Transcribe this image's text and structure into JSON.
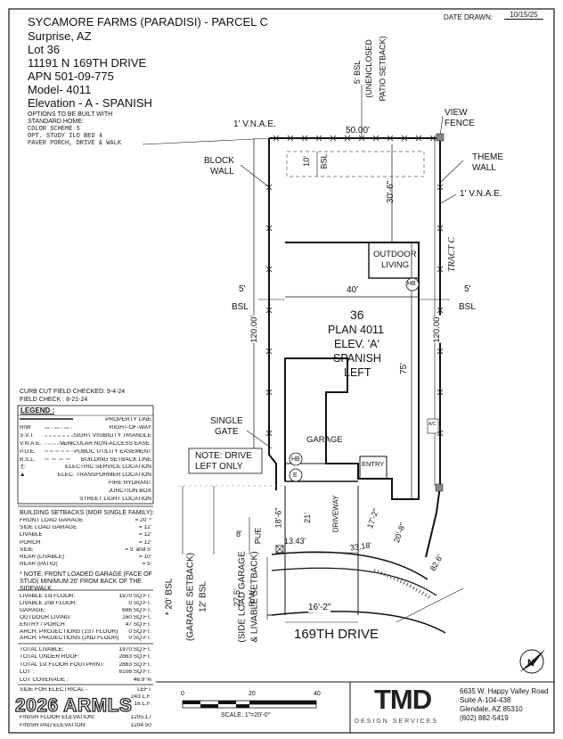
{
  "header": {
    "date_label": "DATE DRAWN:",
    "date_value": "10/15/25",
    "title": "SYCAMORE FARMS (PARADISI) - PARCEL C",
    "city": "Surprise, AZ",
    "lot": "Lot 36",
    "address": "11191 N 169TH DRIVE",
    "apn": "APN 501-09-775",
    "model": "Model- 4011",
    "elevation": "Elevation - A - SPANISH",
    "options_title_1": "OPTIONS TO BE BUILT WITH",
    "options_title_2": "STANDARD HOME:",
    "options": [
      "COLOR SCHEME 5",
      "OPT. STUDY ILO BED 4",
      "PAVER PORCH, DRIVE & WALK"
    ]
  },
  "site": {
    "rear_bsl": "5' BSL",
    "rear_bsl_note_1": "(UNENCLOSED",
    "rear_bsl_note_2": "PATIO SETBACK)",
    "vnae_left": "1' V.N.A.E.",
    "vnae_right": "1' V.N.A.E.",
    "rear_width": "50.00'",
    "view_fence_1": "VIEW",
    "view_fence_2": "FENCE",
    "block_wall_1": "BLOCK",
    "block_wall_2": "WALL",
    "theme_wall_1": "THEME",
    "theme_wall_2": "WALL",
    "rear_setback": "10'",
    "rear_setback_label": "BSL",
    "rear_yard_dim": "30'-6\"",
    "tract": "TRACT C",
    "outdoor_living_1": "OUTDOOR",
    "outdoor_living_2": "LIVING",
    "hb": "HB",
    "house_width": "40'",
    "side_left": "5'",
    "side_left_label": "BSL",
    "side_right": "5'",
    "side_right_label": "BSL",
    "lot_depth_left": "120.00'",
    "lot_depth_right": "120.00'",
    "lot_number": "36",
    "plan_name": "PLAN 4011",
    "plan_elev": "ELEV. 'A'",
    "plan_style": "SPANISH",
    "plan_hand": "LEFT",
    "house_depth": "75'",
    "garage": "GARAGE",
    "entry": "ENTRY",
    "single_gate_1": "SINGLE",
    "single_gate_2": "GATE",
    "note_1": "NOTE: DRIVE",
    "note_2": "LEFT ONLY",
    "hb2": "HB",
    "e": "E",
    "ac": "A/C",
    "drive_dim_1": "18'-6\"",
    "drive_dim_2": "21'",
    "driveway": "DRIVEWAY",
    "pue_dim": "8'",
    "pue_label": "PUE",
    "sight_dim": "13.43'",
    "arc_dim": "33.18'",
    "front_dim_1": "17'-2\"",
    "front_dim_2": "20'-8\"",
    "front_right": "82.6'",
    "rw_dim": "27.5'",
    "rw_label": "R/W",
    "drive_width": "16'-2\"",
    "street": "169TH DRIVE",
    "bsl_garage_1": "* 20' BSL",
    "bsl_garage_2": "(GARAGE SETBACK)",
    "bsl_side_1": "12' BSL",
    "bsl_side_2": "(SIDE LOAD GARAGE",
    "bsl_side_3": "& LIVABLE SETBACK)"
  },
  "checks": {
    "curb_cut": "CURB CUT FIELD CHECKED: 9-4-24",
    "field_check": "FIELD CHECK : 8-21-24"
  },
  "legend": {
    "title": "LEGEND :",
    "items": [
      {
        "abbr": "",
        "desc": "PROPERTY LINE"
      },
      {
        "abbr": "R/W",
        "desc": "RIGHT-OF-WAY"
      },
      {
        "abbr": "S.V.T.",
        "desc": "SIGHT VISIBILITY TRIANGLE"
      },
      {
        "abbr": "V.N.A.E.",
        "desc": "VEHICULAR NON-ACCESS EASE."
      },
      {
        "abbr": "P.U.E.",
        "desc": "PUBLIC UTILITY EASEMENT"
      },
      {
        "abbr": "B.S.L.",
        "desc": "BUILDING SETBACK LINE"
      },
      {
        "abbr": "Ⓔ",
        "desc": "ELECTRIC SERVICE LOCATION"
      },
      {
        "abbr": "▲",
        "desc": "ELEC. TRANSFORMER LOCATION"
      },
      {
        "abbr": "",
        "desc": "FIRE HYDRANT"
      },
      {
        "abbr": "",
        "desc": "JUNCTION BOX"
      },
      {
        "abbr": "",
        "desc": "STREET LIGHT LOCATION"
      }
    ]
  },
  "setbacks": {
    "title": "BUILDING SETBACKS (MDR SINGLE FAMILY):",
    "rows": [
      {
        "k": "FRONT LOAD GARAGE",
        "v": "= 20' *"
      },
      {
        "k": "SIDE LOAD GARAGE",
        "v": "= 12'"
      },
      {
        "k": "LIVABLE",
        "v": "= 12'"
      },
      {
        "k": "PORCH",
        "v": "= 12'"
      },
      {
        "k": "SIDE",
        "v": "= 5' and 5'"
      },
      {
        "k": "REAR (LIVABLE)",
        "v": "= 10'"
      },
      {
        "k": "REAR (PATIO)",
        "v": "= 5'"
      }
    ],
    "note_1": "* NOTE: FRONT LOADED GARAGE (FACE OF",
    "note_2": "STUD) MINIMUM 20' FROM BACK OF THE",
    "note_3": "SIDEWALK"
  },
  "areas": {
    "rows": [
      {
        "k": "LIVABLE 1st FLOOR:",
        "v": "1970 SQ.FT."
      },
      {
        "k": "LIVABLE 2nd FLOOR:",
        "v": "0 SQ.FT."
      },
      {
        "k": "GARAGE:",
        "v": "686 SQ.FT."
      },
      {
        "k": "OUTDOOR LIVING:",
        "v": "160 SQ.FT."
      },
      {
        "k": "ENTRY / PORCH",
        "v": "47 SQ.FT."
      },
      {
        "k": "ARCH. PROJECTIONS (1ST FLOOR)",
        "v": "0 SQ.FT."
      },
      {
        "k": "ARCH. PROJECTIONS (2ND FLOOR)",
        "v": "0 SQ.FT."
      }
    ]
  },
  "totals": {
    "rows": [
      {
        "k": "TOTAL LIVABLE:",
        "v": "1970 SQ.FT."
      },
      {
        "k": "TOTAL UNDER ROOF:",
        "v": "2863 SQ.FT."
      },
      {
        "k": "TOTAL 1st FLOOR FOOTPRINT:",
        "v": "2863 SQ.FT."
      },
      {
        "k": "LOT :",
        "v": "6108 SQ.FT."
      },
      {
        "k": "LOT COVERAGE :",
        "v": "46.9 %"
      }
    ]
  },
  "electrical": {
    "side_label": "SIDE FOR ELECTRICAL -",
    "side_value": "LEFT",
    "len_value": "243 L.F.",
    "flag_value": "16 L.F."
  },
  "elevations": {
    "finish_floor_label": "FINISH FLOOR ELEVATION:",
    "finish_floor_value": "1205.17",
    "finish_pad_label": "FINISH PAD ELEVATION:",
    "finish_pad_value": "1204.50"
  },
  "watermark": "2026 ARMLS",
  "scale": {
    "ticks": [
      "0",
      "20",
      "40"
    ],
    "label": "SCALE:  1\"=20'-0\""
  },
  "company": {
    "logo": "TMD",
    "sub": "DESIGN SERVICES",
    "address_1": "6635 W. Happy Valley Road",
    "address_2": "Suite A-104-438",
    "address_3": "Glendale, AZ 85310",
    "phone": "(602) 882-5419"
  },
  "colors": {
    "line": "#111111",
    "accent": "#777777"
  }
}
